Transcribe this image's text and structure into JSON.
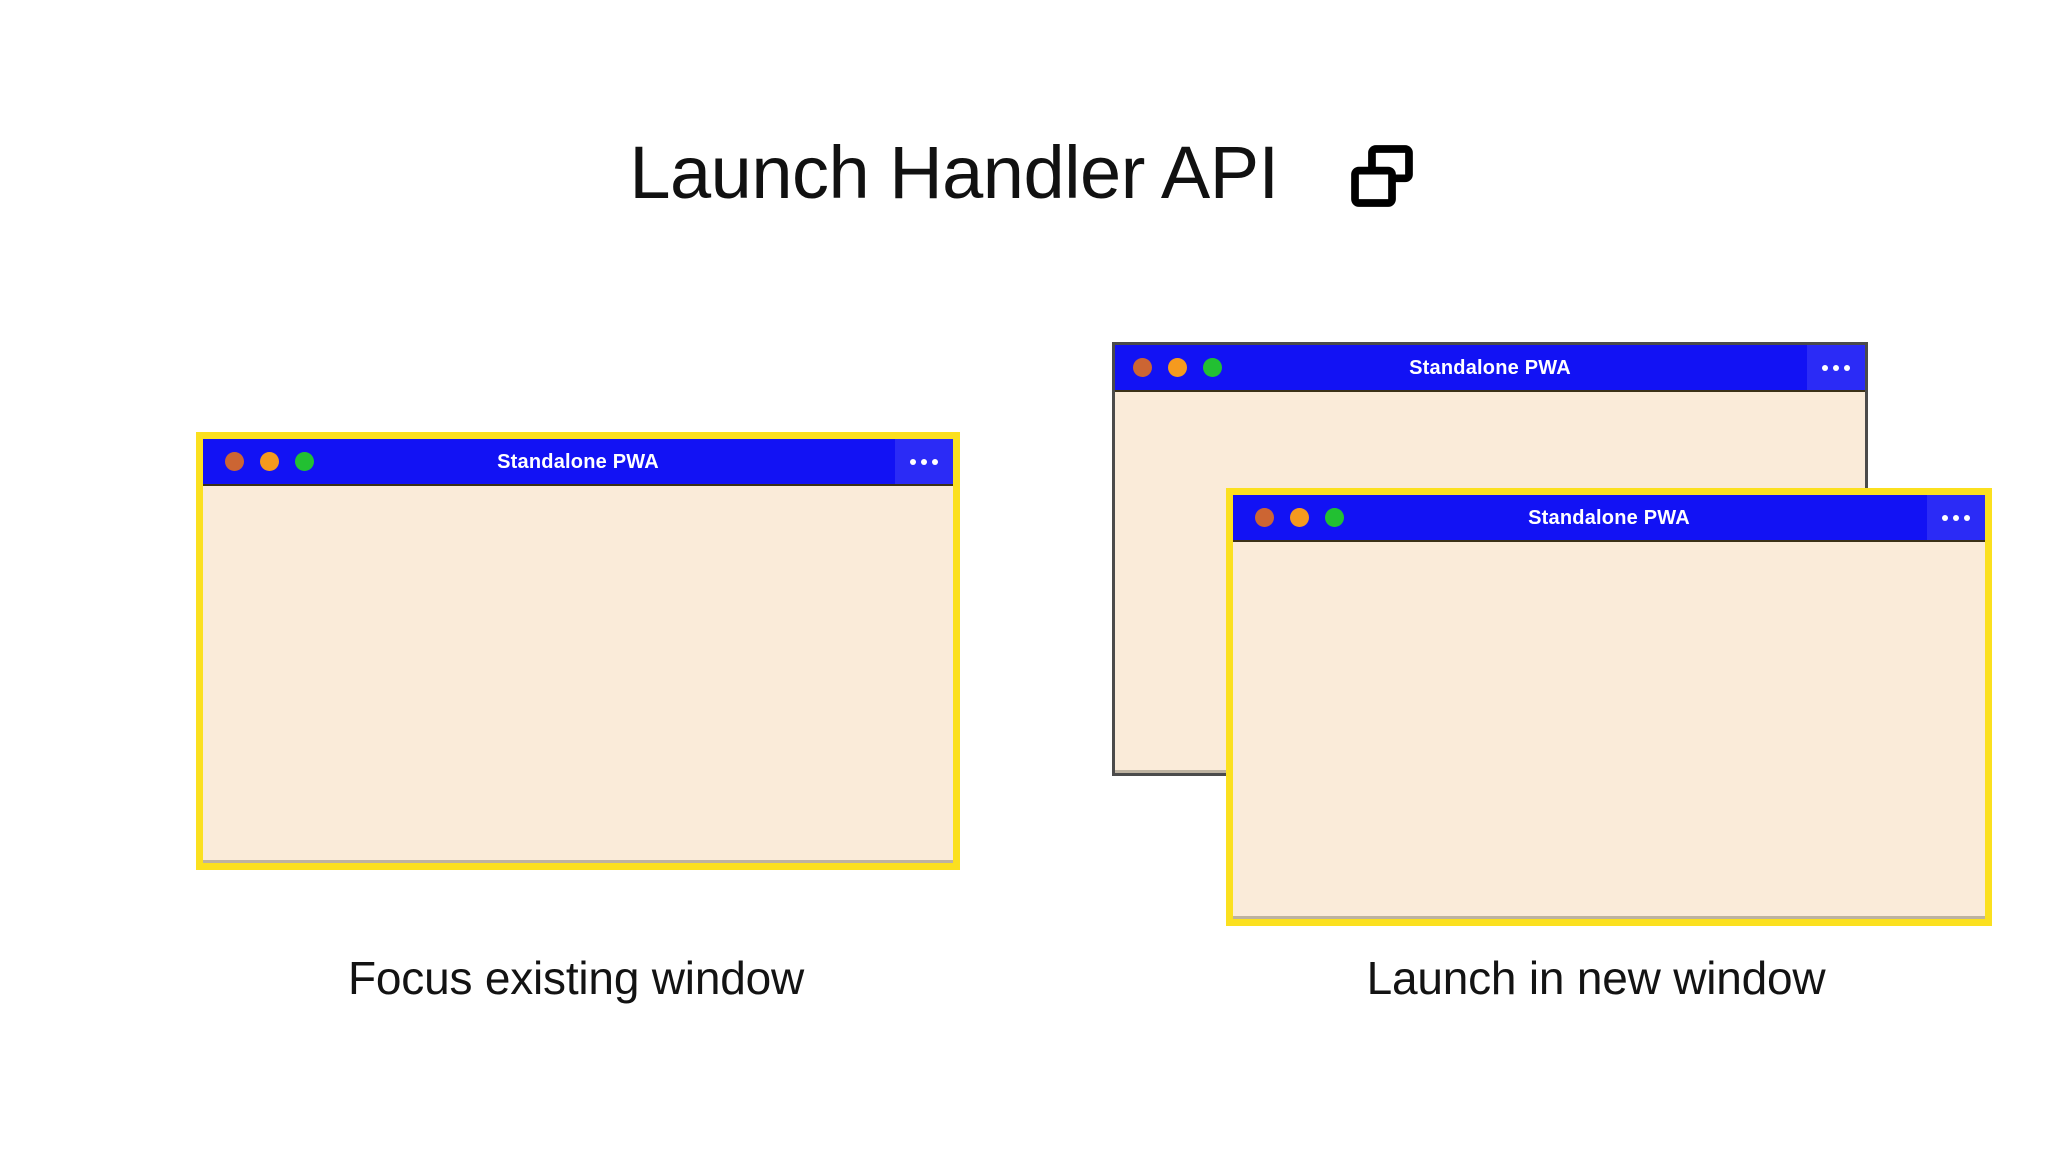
{
  "header": {
    "title": "Launch Handler API",
    "icon": "windows-icon"
  },
  "colors": {
    "background": "#FFFFFF",
    "titlebar_blue": "#1212F4",
    "menu_blue": "#2B2BF6",
    "window_content": "#FAEBD9",
    "highlight_border": "#FBE01F",
    "plain_border": "#4B4B4B",
    "dot_close": "#CC6533",
    "dot_minimize": "#F59A1E",
    "dot_maximize": "#22C032",
    "text": "#131313"
  },
  "scenes": [
    {
      "id": "focus-existing",
      "caption": "Focus existing window",
      "windows": [
        {
          "id": "focus-existing-window",
          "title": "Standalone PWA",
          "highlighted": true,
          "menu_label": "•••",
          "traffic_lights": [
            "close",
            "minimize",
            "maximize"
          ]
        }
      ]
    },
    {
      "id": "launch-new",
      "caption": "Launch in new window",
      "windows": [
        {
          "id": "new-window-back",
          "title": "Standalone PWA",
          "highlighted": false,
          "menu_label": "•••",
          "traffic_lights": [
            "close",
            "minimize",
            "maximize"
          ]
        },
        {
          "id": "new-window-front",
          "title": "Standalone PWA",
          "highlighted": true,
          "menu_label": "•••",
          "traffic_lights": [
            "close",
            "minimize",
            "maximize"
          ]
        }
      ]
    }
  ]
}
